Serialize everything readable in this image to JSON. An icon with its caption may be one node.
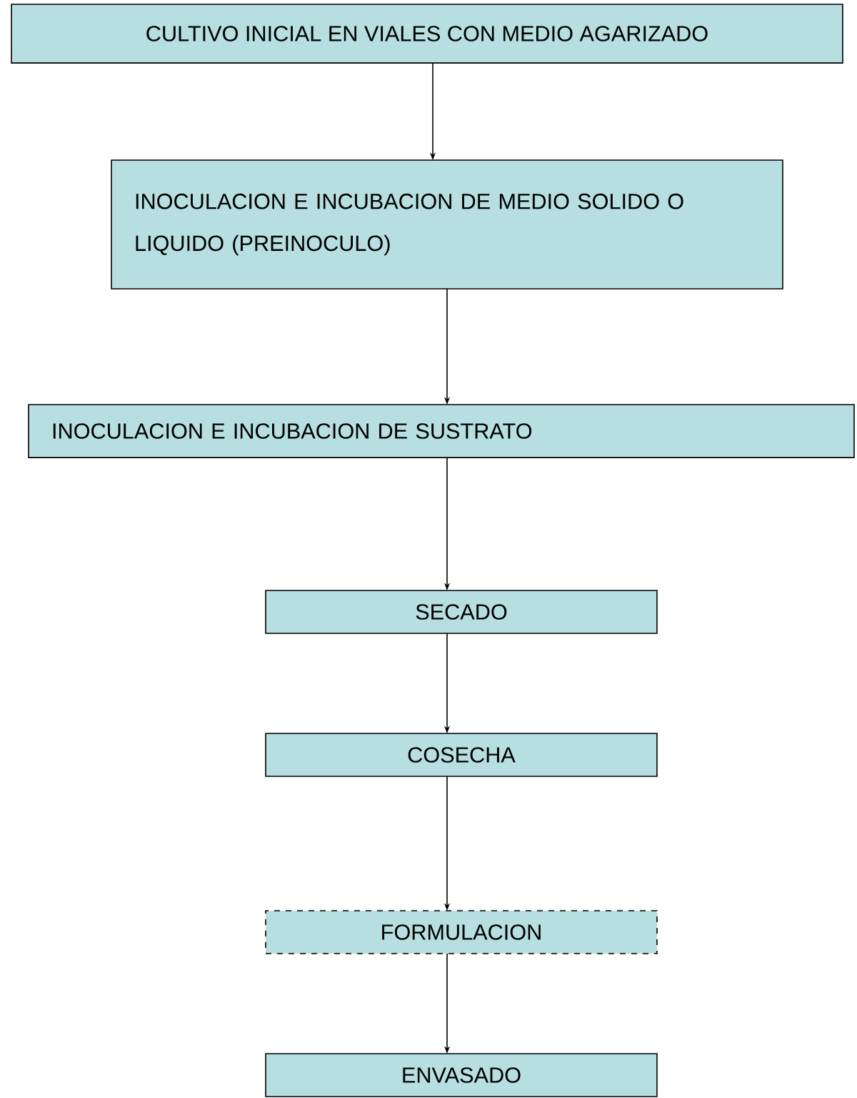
{
  "diagram": {
    "nodes": [
      {
        "text": [
          "CULTIVO INICIAL EN VIALES CON MEDIO AGARIZADO"
        ]
      },
      {
        "text": [
          "INOCULACION E INCUBACION DE MEDIO SOLIDO O LIQUIDO (PREINOCULO)"
        ]
      },
      {
        "text": [
          "INOCULACION E INCUBACION DE SUSTRATO"
        ]
      },
      {
        "text": [
          "SECADO"
        ]
      },
      {
        "text": [
          "COSECHA"
        ]
      },
      {
        "text": [
          "FORMULACION"
        ]
      },
      {
        "text": [
          "ENVASADO"
        ]
      }
    ],
    "edges": [
      {
        "from": 0,
        "to": 1,
        "arrow": "to"
      },
      {
        "from": 1,
        "to": 2,
        "arrow": "to"
      },
      {
        "from": 2,
        "to": 3,
        "arrow": "to"
      },
      {
        "from": 3,
        "to": 4,
        "arrow": "to"
      },
      {
        "from": 4,
        "to": 5,
        "arrow": "to"
      },
      {
        "from": 5,
        "to": 6,
        "arrow": "to"
      }
    ]
  }
}
